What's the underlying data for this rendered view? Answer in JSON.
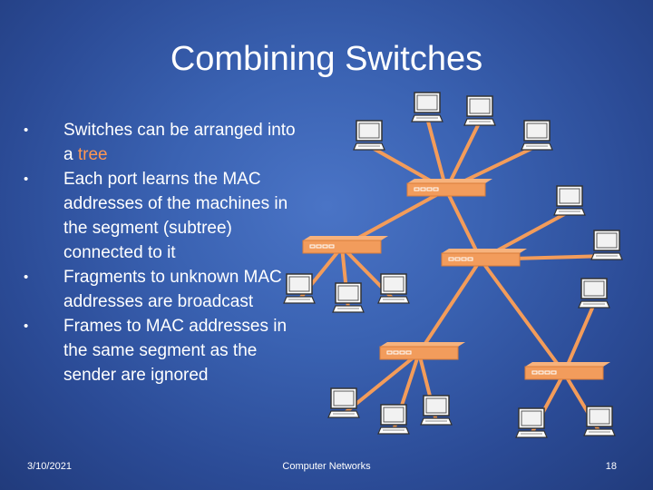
{
  "slide": {
    "title": "Combining Switches",
    "bullets": [
      {
        "text": "Switches can be arranged into a ",
        "highlight": "tree"
      },
      {
        "text": "Each port learns the MAC addresses of the machines in the segment (subtree) connected to it"
      },
      {
        "text": "Fragments to unknown MAC addresses are broadcast"
      },
      {
        "text": "Frames to MAC addresses in the same segment as the sender are ignored"
      }
    ],
    "footer": {
      "date": "3/10/2021",
      "center": "Computer Networks",
      "page": "18"
    }
  },
  "diagram": {
    "colors": {
      "link": "#f39c5a",
      "switch": "#f29c5c",
      "switch_port": "#ffffff",
      "computer": "#ffffff"
    },
    "switch_count": 5,
    "computer_count": 15
  }
}
